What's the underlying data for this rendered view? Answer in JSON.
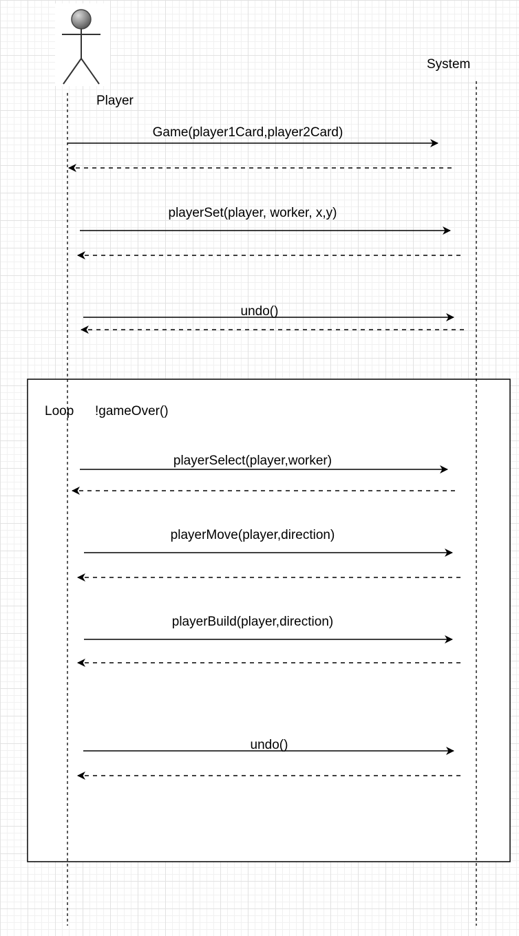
{
  "actors": {
    "player": {
      "label": "Player"
    },
    "system": {
      "label": "System"
    }
  },
  "messages": [
    {
      "id": "m1",
      "label": "Game(player1Card,player2Card)",
      "kind": "call"
    },
    {
      "id": "m1r",
      "label": "",
      "kind": "return"
    },
    {
      "id": "m2",
      "label": "playerSet(player, worker, x,y)",
      "kind": "call"
    },
    {
      "id": "m2r",
      "label": "",
      "kind": "return"
    },
    {
      "id": "m3",
      "label": "undo()",
      "kind": "call"
    },
    {
      "id": "m3r",
      "label": "",
      "kind": "return"
    }
  ],
  "loop": {
    "keyword": "Loop",
    "guard": "!gameOver()",
    "messages": [
      {
        "id": "l1",
        "label": "playerSelect(player,worker)",
        "kind": "call"
      },
      {
        "id": "l1r",
        "label": "",
        "kind": "return"
      },
      {
        "id": "l2",
        "label": "playerMove(player,direction)",
        "kind": "call"
      },
      {
        "id": "l2r",
        "label": "",
        "kind": "return"
      },
      {
        "id": "l3",
        "label": "playerBuild(player,direction)",
        "kind": "call"
      },
      {
        "id": "l3r",
        "label": "",
        "kind": "return"
      },
      {
        "id": "l4",
        "label": "undo()",
        "kind": "call"
      },
      {
        "id": "l4r",
        "label": "",
        "kind": "return"
      }
    ]
  }
}
